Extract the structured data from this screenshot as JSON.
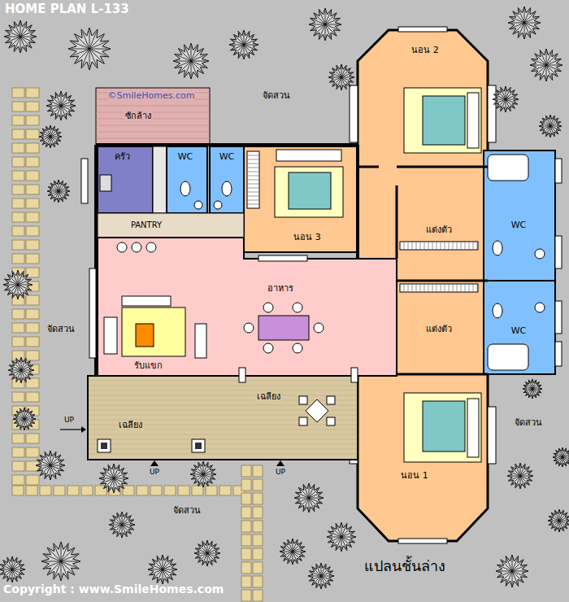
{
  "diagram": {
    "title": "HOME PLAN L-133",
    "caption": "แปลนชั้นล่าง",
    "nodes": [
      {
        "text": [
          "ซักล้าง"
        ]
      },
      {
        "text": [
          "นอน 2"
        ]
      },
      {
        "text": [
          "ครัว"
        ]
      },
      {
        "text": [
          "WC"
        ]
      },
      {
        "text": [
          "WC"
        ]
      },
      {
        "text": [
          "นอน 3"
        ]
      },
      {
        "text": [
          "แต่งตัว"
        ]
      },
      {
        "text": [
          "WC"
        ]
      },
      {
        "text": [
          "PANTRY"
        ]
      },
      {
        "text": [
          "อาหาร"
        ]
      },
      {
        "text": [
          "แต่งตัว"
        ]
      },
      {
        "text": [
          "WC"
        ]
      },
      {
        "text": [
          "รับแขก"
        ]
      },
      {
        "text": [
          "เฉลียง"
        ]
      },
      {
        "text": [
          "เฉลียง"
        ]
      },
      {
        "text": [
          "นอน 1"
        ]
      }
    ],
    "labels": [
      "©SmileHomes.com",
      "จัดสวน",
      "จัดสวน",
      "UP",
      "จัดสวน",
      "UP",
      "UP",
      "จัดสวน",
      "Copyright : www.SmileHomes.com"
    ]
  }
}
